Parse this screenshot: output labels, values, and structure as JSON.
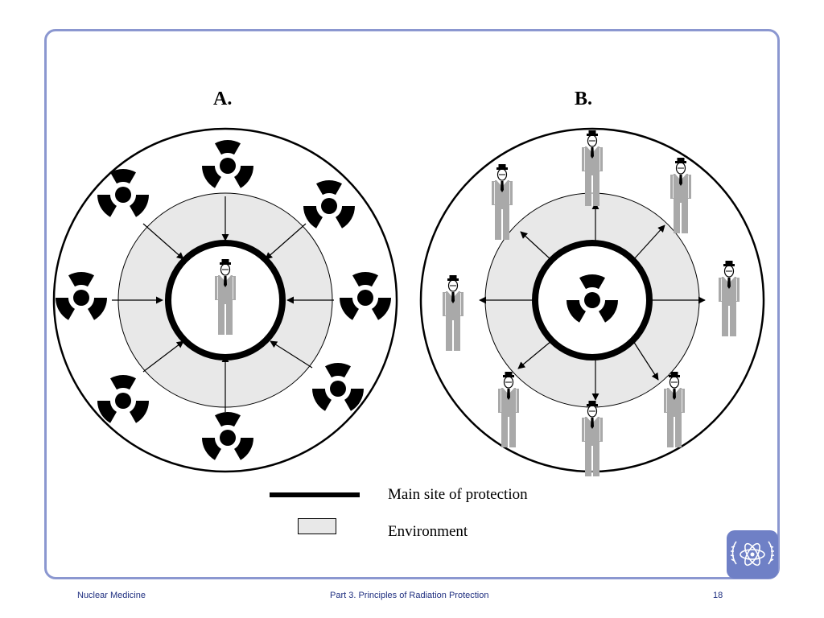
{
  "panels": [
    {
      "label": "A.",
      "center_symbol": "person-icon",
      "outer_symbol": "radiation-trefoil-icon",
      "arrow_direction": "inward"
    },
    {
      "label": "B.",
      "center_symbol": "radiation-trefoil-icon",
      "outer_symbol": "person-icon",
      "arrow_direction": "outward"
    }
  ],
  "legend": {
    "main_site": "Main site of protection",
    "environment": "Environment"
  },
  "colors": {
    "frame": "#8b97d0",
    "environment_fill": "#e8e8e8",
    "person_fill": "#a9a9a9",
    "logo_bg": "#6f80c6",
    "footer_text": "#1f2f80"
  },
  "footer": {
    "left": "Nuclear Medicine",
    "center": "Part 3. Principles of Radiation Protection",
    "page": "18"
  }
}
